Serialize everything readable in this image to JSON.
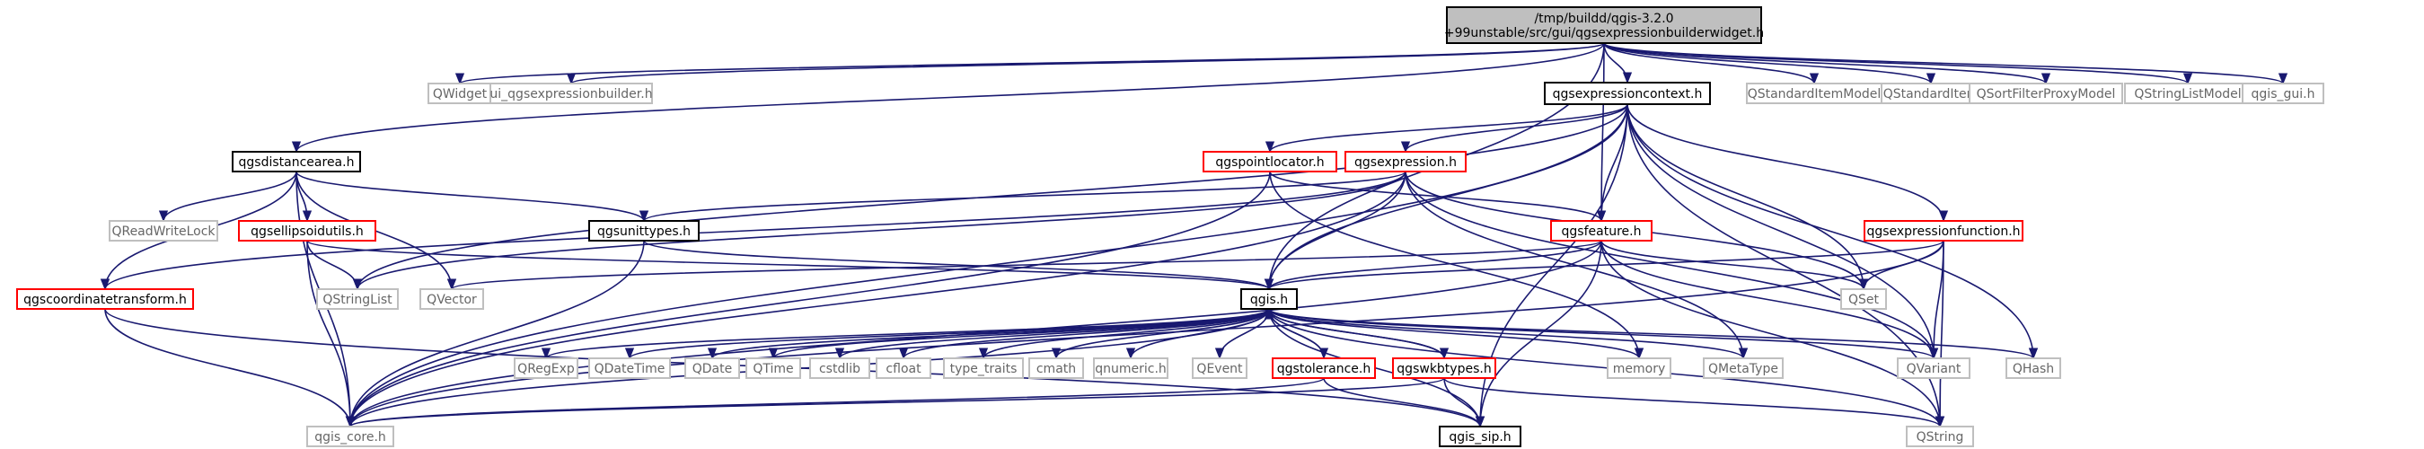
{
  "diagram": {
    "title": "",
    "nodes": [
      {
        "id": "root",
        "lines": [
          "/tmp/buildd/qgis-3.2.0",
          "+99unstable/src/gui/qgsexpressionbuilderwidget.h"
        ],
        "kind": "root"
      },
      {
        "id": "qwidget",
        "lines": [
          "QWidget"
        ],
        "kind": "external"
      },
      {
        "id": "ui_builder",
        "lines": [
          "ui_qgsexpressionbuilder.h"
        ],
        "kind": "external"
      },
      {
        "id": "qgsexpressioncontext",
        "lines": [
          "qgsexpressioncontext.h"
        ],
        "kind": "local"
      },
      {
        "id": "qstandarditemmodel",
        "lines": [
          "QStandardItemModel"
        ],
        "kind": "external"
      },
      {
        "id": "qstandarditem",
        "lines": [
          "QStandardItem"
        ],
        "kind": "external"
      },
      {
        "id": "qsortfilterproxymodel",
        "lines": [
          "QSortFilterProxyModel"
        ],
        "kind": "external"
      },
      {
        "id": "qstringlistmodel",
        "lines": [
          "QStringListModel"
        ],
        "kind": "external"
      },
      {
        "id": "qgis_gui",
        "lines": [
          "qgis_gui.h"
        ],
        "kind": "external"
      },
      {
        "id": "qgsdistancearea",
        "lines": [
          "qgsdistancearea.h"
        ],
        "kind": "local"
      },
      {
        "id": "qgspointlocator",
        "lines": [
          "qgspointlocator.h"
        ],
        "kind": "red"
      },
      {
        "id": "qgsexpression",
        "lines": [
          "qgsexpression.h"
        ],
        "kind": "red"
      },
      {
        "id": "qreadwritelock",
        "lines": [
          "QReadWriteLock"
        ],
        "kind": "external"
      },
      {
        "id": "qgsellipsoidutils",
        "lines": [
          "qgsellipsoidutils.h"
        ],
        "kind": "red"
      },
      {
        "id": "qgsunittypes",
        "lines": [
          "qgsunittypes.h"
        ],
        "kind": "local"
      },
      {
        "id": "qgsfeature",
        "lines": [
          "qgsfeature.h"
        ],
        "kind": "red"
      },
      {
        "id": "qgsexpressionfunction",
        "lines": [
          "qgsexpressionfunction.h"
        ],
        "kind": "red"
      },
      {
        "id": "qgscoordinatetransform",
        "lines": [
          "qgscoordinatetransform.h"
        ],
        "kind": "red"
      },
      {
        "id": "qstringlist",
        "lines": [
          "QStringList"
        ],
        "kind": "external"
      },
      {
        "id": "qvector",
        "lines": [
          "QVector"
        ],
        "kind": "external"
      },
      {
        "id": "qgis",
        "lines": [
          "qgis.h"
        ],
        "kind": "local"
      },
      {
        "id": "qset",
        "lines": [
          "QSet"
        ],
        "kind": "external"
      },
      {
        "id": "qregexp",
        "lines": [
          "QRegExp"
        ],
        "kind": "external"
      },
      {
        "id": "qdatetime",
        "lines": [
          "QDateTime"
        ],
        "kind": "external"
      },
      {
        "id": "qdate",
        "lines": [
          "QDate"
        ],
        "kind": "external"
      },
      {
        "id": "qtime",
        "lines": [
          "QTime"
        ],
        "kind": "external"
      },
      {
        "id": "cstdlib",
        "lines": [
          "cstdlib"
        ],
        "kind": "external"
      },
      {
        "id": "cfloat",
        "lines": [
          "cfloat"
        ],
        "kind": "external"
      },
      {
        "id": "type_traits",
        "lines": [
          "type_traits"
        ],
        "kind": "external"
      },
      {
        "id": "cmath",
        "lines": [
          "cmath"
        ],
        "kind": "external"
      },
      {
        "id": "qnumeric",
        "lines": [
          "qnumeric.h"
        ],
        "kind": "external"
      },
      {
        "id": "qevent",
        "lines": [
          "QEvent"
        ],
        "kind": "external"
      },
      {
        "id": "qgstolerance",
        "lines": [
          "qgstolerance.h"
        ],
        "kind": "red"
      },
      {
        "id": "qgswkbtypes",
        "lines": [
          "qgswkbtypes.h"
        ],
        "kind": "red"
      },
      {
        "id": "memory",
        "lines": [
          "memory"
        ],
        "kind": "external"
      },
      {
        "id": "qmetatype",
        "lines": [
          "QMetaType"
        ],
        "kind": "external"
      },
      {
        "id": "qvariant",
        "lines": [
          "QVariant"
        ],
        "kind": "external"
      },
      {
        "id": "qhash",
        "lines": [
          "QHash"
        ],
        "kind": "external"
      },
      {
        "id": "qgis_core",
        "lines": [
          "qgis_core.h"
        ],
        "kind": "external"
      },
      {
        "id": "qgis_sip",
        "lines": [
          "qgis_sip.h"
        ],
        "kind": "local"
      },
      {
        "id": "qstring",
        "lines": [
          "QString"
        ],
        "kind": "external"
      }
    ],
    "edges": [
      [
        "root",
        "qwidget"
      ],
      [
        "root",
        "ui_builder"
      ],
      [
        "root",
        "qgsdistancearea"
      ],
      [
        "root",
        "qgsexpressioncontext"
      ],
      [
        "root",
        "qgsfeature"
      ],
      [
        "root",
        "qgis"
      ],
      [
        "root",
        "qstandarditemmodel"
      ],
      [
        "root",
        "qstandarditem"
      ],
      [
        "root",
        "qsortfilterproxymodel"
      ],
      [
        "root",
        "qstringlistmodel"
      ],
      [
        "root",
        "qgis_gui"
      ],
      [
        "qgsdistancearea",
        "qreadwritelock"
      ],
      [
        "qgsdistancearea",
        "qgscoordinatetransform"
      ],
      [
        "qgsdistancearea",
        "qgsellipsoidutils"
      ],
      [
        "qgsdistancearea",
        "qgsunittypes"
      ],
      [
        "qgsdistancearea",
        "qvector"
      ],
      [
        "qgsdistancearea",
        "qgis_core"
      ],
      [
        "qgsexpressioncontext",
        "qgspointlocator"
      ],
      [
        "qgsexpressioncontext",
        "qgsexpression"
      ],
      [
        "qgsexpressioncontext",
        "qgsfeature"
      ],
      [
        "qgsexpressioncontext",
        "qgsexpressionfunction"
      ],
      [
        "qgsexpressioncontext",
        "qgis"
      ],
      [
        "qgsexpressioncontext",
        "qstringlist"
      ],
      [
        "qgsexpressioncontext",
        "qset"
      ],
      [
        "qgsexpressioncontext",
        "qvariant"
      ],
      [
        "qgsexpressioncontext",
        "qhash"
      ],
      [
        "qgsexpressioncontext",
        "qstring"
      ],
      [
        "qgsexpressioncontext",
        "qgis_core"
      ],
      [
        "qgsexpressioncontext",
        "qgis_sip"
      ],
      [
        "qgspointlocator",
        "qgsfeature"
      ],
      [
        "qgspointlocator",
        "memory"
      ],
      [
        "qgspointlocator",
        "qgis_core"
      ],
      [
        "qgsexpression",
        "qgsunittypes"
      ],
      [
        "qgsexpression",
        "qgis"
      ],
      [
        "qgsexpression",
        "qstringlist"
      ],
      [
        "qgsexpression",
        "qset"
      ],
      [
        "qgsexpression",
        "qvariant"
      ],
      [
        "qgsexpression",
        "qmetatype"
      ],
      [
        "qgsexpression",
        "qgscoordinatetransform"
      ],
      [
        "qgsexpression",
        "qgis_core"
      ],
      [
        "qgsellipsoidutils",
        "qgis"
      ],
      [
        "qgsellipsoidutils",
        "qstringlist"
      ],
      [
        "qgsellipsoidutils",
        "qgis_core"
      ],
      [
        "qgsunittypes",
        "qgis"
      ],
      [
        "qgsunittypes",
        "qgis_core"
      ],
      [
        "qgsfeature",
        "qgis"
      ],
      [
        "qgsfeature",
        "qset"
      ],
      [
        "qgsfeature",
        "qvariant"
      ],
      [
        "qgsfeature",
        "qvector"
      ],
      [
        "qgsfeature",
        "qstring"
      ],
      [
        "qgsfeature",
        "qgis_core"
      ],
      [
        "qgsfeature",
        "qgis_sip"
      ],
      [
        "qgsexpressionfunction",
        "qgis"
      ],
      [
        "qgsexpressionfunction",
        "qset"
      ],
      [
        "qgsexpressionfunction",
        "qvariant"
      ],
      [
        "qgsexpressionfunction",
        "qstring"
      ],
      [
        "qgsexpressionfunction",
        "qgis_core"
      ],
      [
        "qgscoordinatetransform",
        "qgis_core"
      ],
      [
        "qgscoordinatetransform",
        "qgis_sip"
      ],
      [
        "qgis",
        "qregexp"
      ],
      [
        "qgis",
        "qdatetime"
      ],
      [
        "qgis",
        "qdate"
      ],
      [
        "qgis",
        "qtime"
      ],
      [
        "qgis",
        "cstdlib"
      ],
      [
        "qgis",
        "cfloat"
      ],
      [
        "qgis",
        "type_traits"
      ],
      [
        "qgis",
        "cmath"
      ],
      [
        "qgis",
        "qnumeric"
      ],
      [
        "qgis",
        "qevent"
      ],
      [
        "qgis",
        "qgstolerance"
      ],
      [
        "qgis",
        "qgswkbtypes"
      ],
      [
        "qgis",
        "memory"
      ],
      [
        "qgis",
        "qmetatype"
      ],
      [
        "qgis",
        "qvariant"
      ],
      [
        "qgis",
        "qhash"
      ],
      [
        "qgis",
        "qgis_core"
      ],
      [
        "qgis",
        "qgis_sip"
      ],
      [
        "qgis",
        "qstring"
      ],
      [
        "qgstolerance",
        "qgis"
      ],
      [
        "qgstolerance",
        "qgis_core"
      ],
      [
        "qgstolerance",
        "qgis_sip"
      ],
      [
        "qgswkbtypes",
        "qgis"
      ],
      [
        "qgswkbtypes",
        "qgis_core"
      ],
      [
        "qgswkbtypes",
        "qgis_sip"
      ],
      [
        "qgswkbtypes",
        "qstring"
      ]
    ]
  },
  "colors": {
    "edge": "#191970",
    "local_border": "#000000",
    "red_border": "#ff0000",
    "external_border": "#bfbfbf",
    "external_text": "#666666",
    "root_fill": "#bfbfbf"
  }
}
